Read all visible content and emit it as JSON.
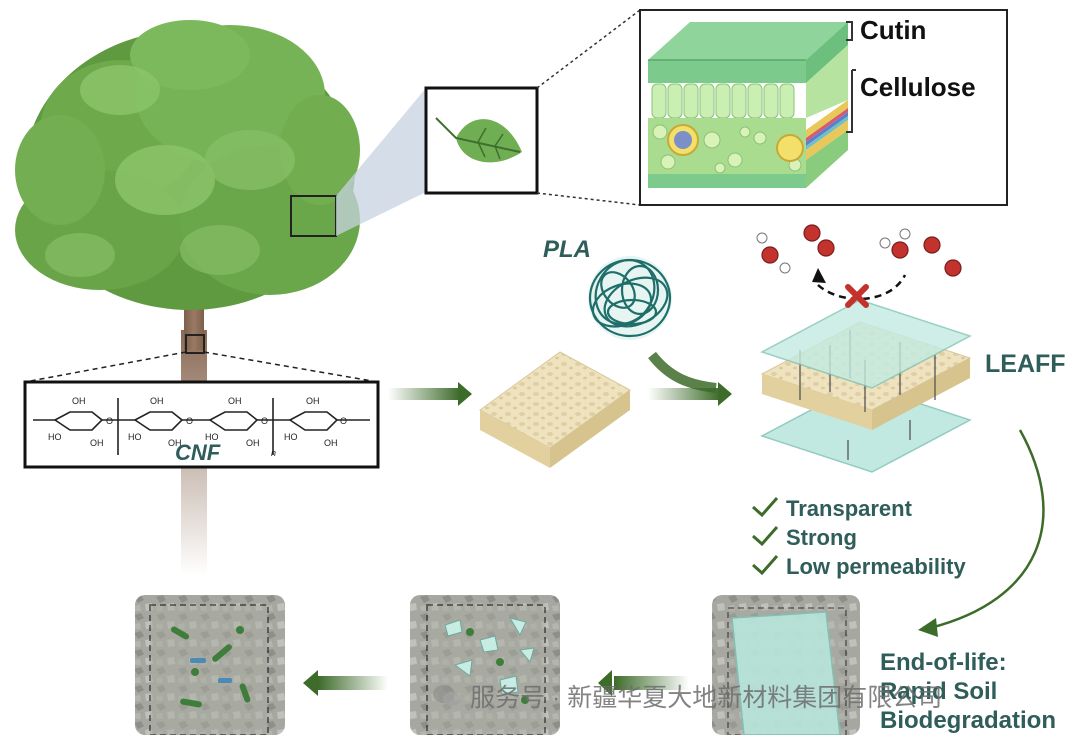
{
  "labels": {
    "cutin": "Cutin",
    "cellulose": "Cellulose",
    "pla": "PLA",
    "leaff": "LEAFF",
    "cnf": "CNF",
    "subscript_n": "n"
  },
  "properties": [
    "Transparent",
    "Strong",
    "Low permeability"
  ],
  "end_of_life": {
    "line1": "End-of-life:",
    "line2": "Rapid Soil",
    "line3": "Biodegradation"
  },
  "watermark": {
    "text": "服务号 · 新疆华夏大地新材料集团有限公司"
  },
  "colors": {
    "arrow_green": "#3d6b2a",
    "text_teal": "#2f5d5a",
    "leaf_green": "#6fae52",
    "trunk_brown": "#8a6a55",
    "film_teal": "#b8e6dc",
    "foam_beige": "#ecdfb8",
    "soil_gray": "#9a9a95",
    "cross_red": "#c4322e"
  },
  "icons": [
    "tree-icon",
    "leaf-icon",
    "leaf-cross-section-icon",
    "pla-fiber-ball-icon",
    "cnf-foam-block-icon",
    "leaff-laminate-icon",
    "water-molecule-icon",
    "oxygen-molecule-icon",
    "blocked-cross-icon",
    "soil-sample-icon",
    "check-icon"
  ]
}
